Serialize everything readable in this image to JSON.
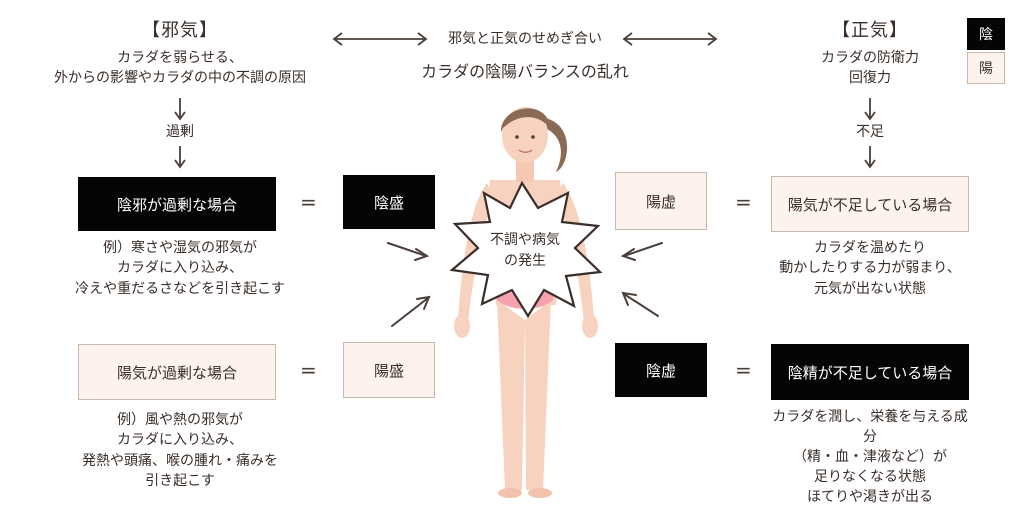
{
  "legend": {
    "yin": "陰",
    "yang": "陽"
  },
  "top": {
    "left_title": "【邪気】",
    "left_desc": [
      "カラダを弱らせる、",
      "外からの影響やカラダの中の不調の原因"
    ],
    "left_arrow_label": "過剰",
    "center_label": "邪気と正気のせめぎ合い",
    "center_sub": "カラダの陰陽バランスの乱れ",
    "right_title": "【正気】",
    "right_desc": [
      "カラダの防衛力",
      "回復力"
    ],
    "right_arrow_label": "不足"
  },
  "center": {
    "burst_text": [
      "不調や病気",
      "の発生"
    ]
  },
  "cases": {
    "yin_excess": {
      "label": "陰邪が過剰な場合",
      "result": "陰盛",
      "desc": [
        "例）寒さや湿気の邪気が",
        "カラダに入り込み、",
        "冷えや重だるさなどを引き起こす"
      ]
    },
    "yang_excess": {
      "label": "陽気が過剰な場合",
      "result": "陽盛",
      "desc": [
        "例）風や熱の邪気が",
        "カラダに入り込み、",
        "発熱や頭痛、喉の腫れ・痛みを",
        "引き起こす"
      ]
    },
    "yang_deficiency": {
      "label": "陽気が不足している場合",
      "result": "陽虚",
      "desc": [
        "カラダを温めたり",
        "動かしたりする力が弱まり、",
        "元気が出ない状態"
      ]
    },
    "yin_deficiency": {
      "label": "陰精が不足している場合",
      "result": "陰虚",
      "desc": [
        "カラダを潤し、栄養を与える成",
        "分",
        "（精・血・津液など）が",
        "足りなくなる状態",
        "ほてりや渇きが出る"
      ]
    }
  },
  "equals": "=",
  "colors": {
    "dark": "#050505",
    "light_fill": "#fcf3ee",
    "text": "#3a2e2a",
    "skin": "#f7d3bf",
    "hair": "#8a6a55",
    "swimsuit": "#f4a2ad"
  }
}
